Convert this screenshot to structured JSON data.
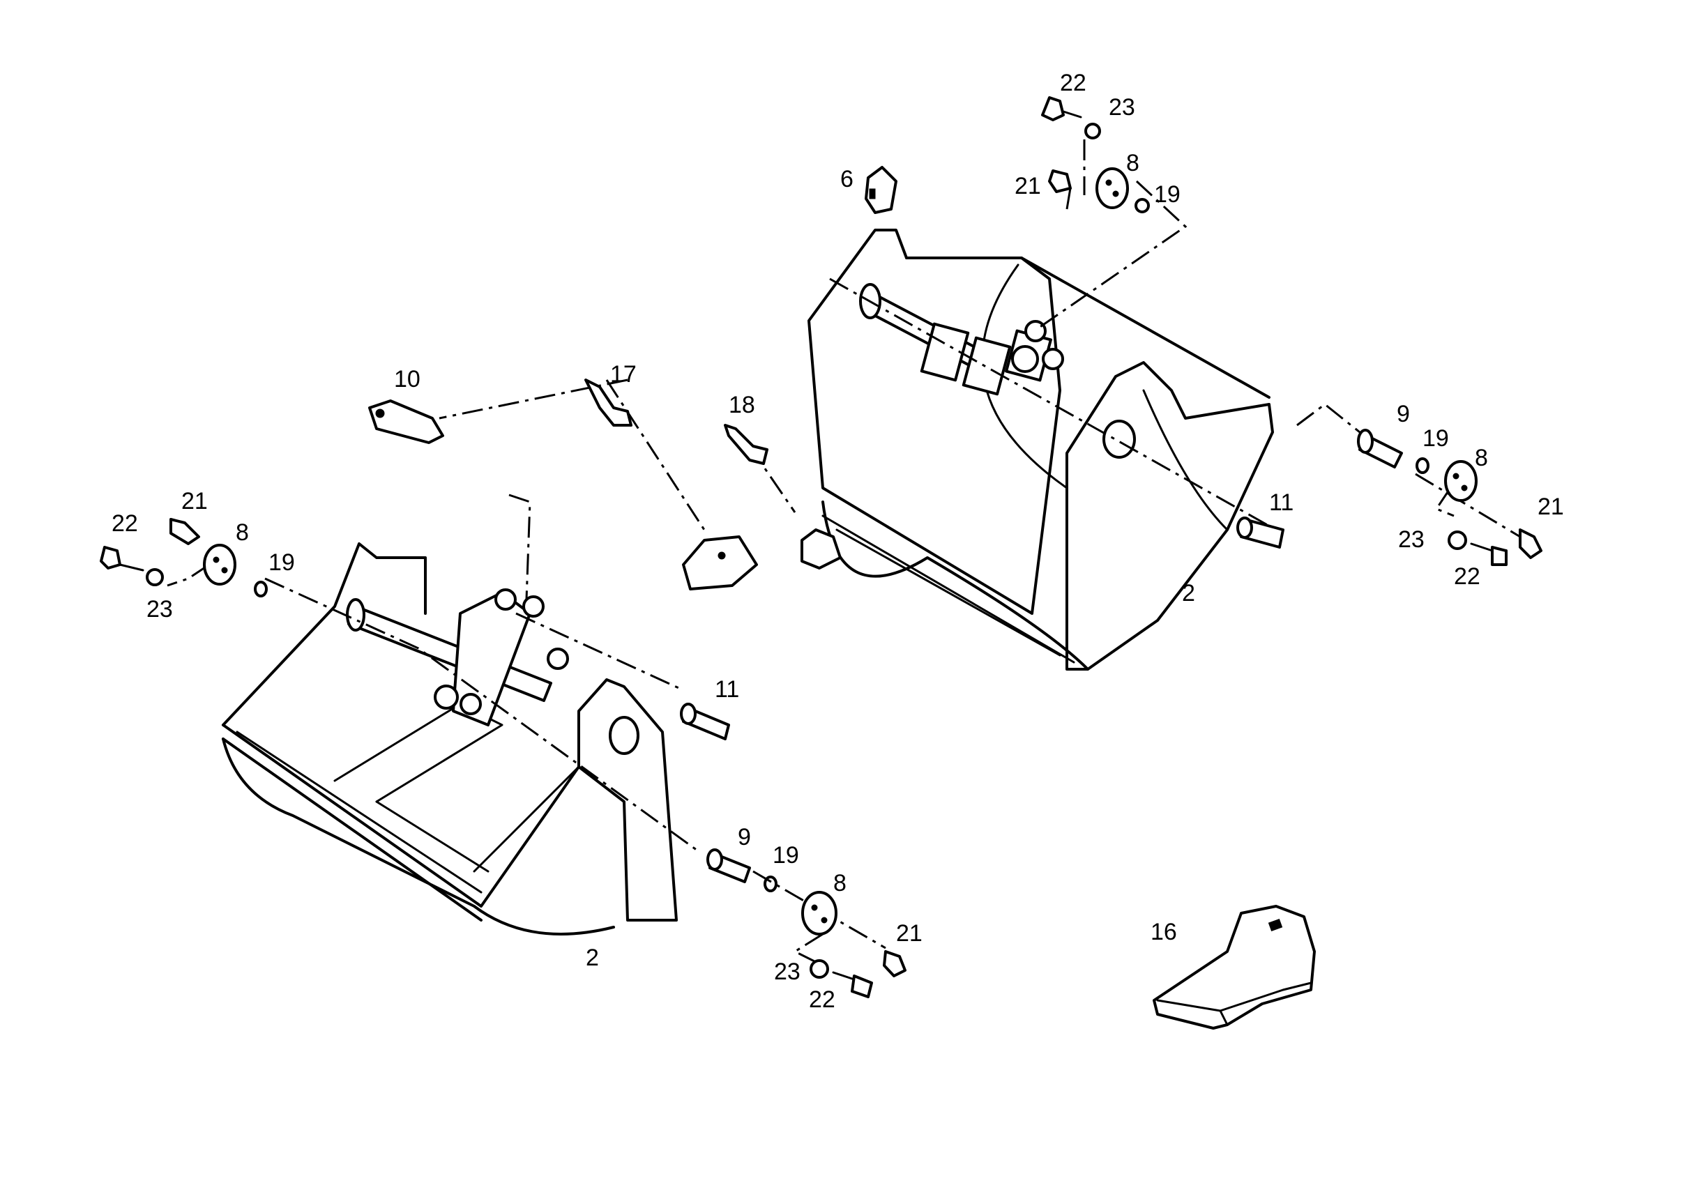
{
  "labels": {
    "p2_left": "2",
    "p2_right": "2",
    "p6": "6",
    "p8_top": "8",
    "p8_left": "8",
    "p8_right": "8",
    "p8_bottom": "8",
    "p9_right": "9",
    "p9_bottom": "9",
    "p10": "10",
    "p11_right": "11",
    "p11_left": "11",
    "p16": "16",
    "p17": "17",
    "p18": "18",
    "p19_top": "19",
    "p19_left": "19",
    "p19_right": "19",
    "p19_bottom": "19",
    "p21_top": "21",
    "p21_left": "21",
    "p21_right": "21",
    "p21_bottom": "21",
    "p22_top": "22",
    "p22_left": "22",
    "p22_right": "22",
    "p22_bottom": "22",
    "p23_top": "23",
    "p23_left": "23",
    "p23_right": "23",
    "p23_bottom": "23"
  }
}
